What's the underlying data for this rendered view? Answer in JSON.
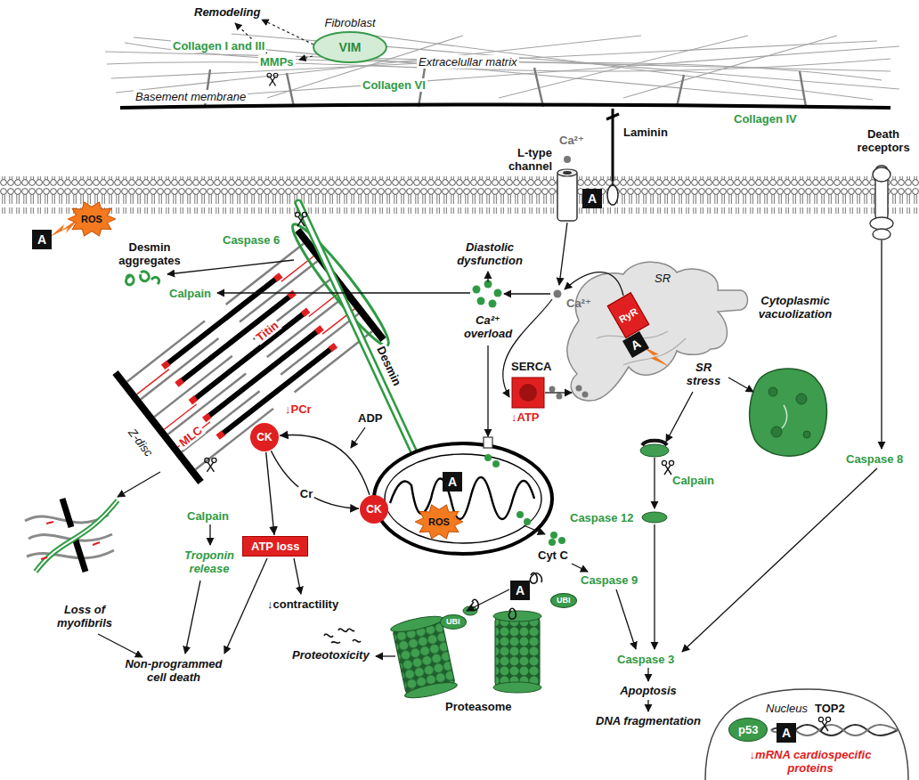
{
  "diagram": {
    "nodes": [
      {
        "text": [
          "Fibroblast",
          "VIM"
        ]
      },
      {
        "text": [
          "A"
        ]
      },
      {
        "text": [
          "ROS"
        ]
      },
      {
        "text": [
          "A"
        ]
      },
      {
        "text": [
          "RyR"
        ]
      },
      {
        "text": [
          "A"
        ]
      },
      {
        "text": [
          "CK"
        ]
      },
      {
        "text": [
          "ATP loss"
        ]
      },
      {
        "text": [
          "CK"
        ]
      },
      {
        "text": [
          "A"
        ]
      },
      {
        "text": [
          "ROS"
        ]
      },
      {
        "text": [
          "UBI"
        ]
      },
      {
        "text": [
          "A"
        ]
      },
      {
        "text": [
          "UBI"
        ]
      },
      {
        "text": [
          "Nucleus"
        ]
      },
      {
        "text": [
          "p53"
        ],
        "in": 14
      },
      {
        "text": [
          "A"
        ],
        "in": 14
      }
    ],
    "edges": [
      {
        "from": 6,
        "to": 7,
        "arrow": "to"
      },
      {
        "from": 6,
        "to": 8,
        "label": "Cr",
        "arrow": "to"
      },
      {
        "from": 8,
        "to": 6,
        "arrow": "to"
      }
    ],
    "labels": [
      "Remodeling",
      "Collagen I and III",
      "MMPs",
      "Extracelullar matrix",
      "Collagen VI",
      "Basement membrane",
      "Collagen IV",
      "Laminin",
      "Death receptors",
      "L-type channel",
      "Ca²⁺",
      "Caspase 6",
      "Desmin aggregates",
      "Diastolic dysfunction",
      "Calpain",
      "Ca²⁺",
      "Ca²⁺ overload",
      "SR",
      "Titin",
      "Desmin",
      "Z-disc",
      "MLC",
      "ADP",
      "↓PCr",
      "SERCA",
      "↓ATP",
      "SR stress",
      "Cytoplasmic vacuolization",
      "Calpain",
      "Troponin release",
      "Loss of myofibrils",
      "↓contractility",
      "Non-programmed cell death",
      "Proteotoxicity",
      "Proteasome",
      "Cyt C",
      "Caspase 9",
      "Calpain",
      "Caspase 12",
      "Caspase 8",
      "Caspase 3",
      "Apoptosis",
      "DNA fragmentation",
      "TOP2",
      "↓mRNA cardiospecific proteins"
    ]
  }
}
